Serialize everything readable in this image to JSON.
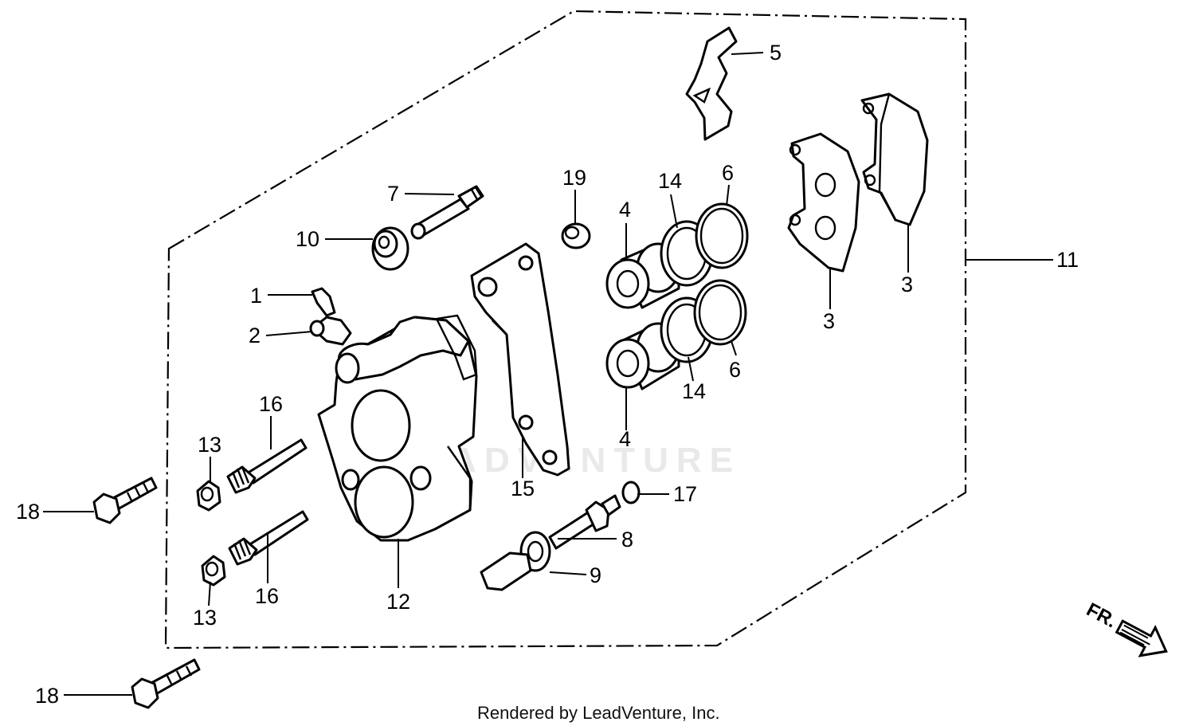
{
  "diagram": {
    "callouts": [
      {
        "id": "c1",
        "text": "1"
      },
      {
        "id": "c2",
        "text": "2"
      },
      {
        "id": "c3a",
        "text": "3"
      },
      {
        "id": "c3b",
        "text": "3"
      },
      {
        "id": "c4a",
        "text": "4"
      },
      {
        "id": "c4b",
        "text": "4"
      },
      {
        "id": "c5",
        "text": "5"
      },
      {
        "id": "c6a",
        "text": "6"
      },
      {
        "id": "c6b",
        "text": "6"
      },
      {
        "id": "c7",
        "text": "7"
      },
      {
        "id": "c8",
        "text": "8"
      },
      {
        "id": "c9",
        "text": "9"
      },
      {
        "id": "c10",
        "text": "10"
      },
      {
        "id": "c11",
        "text": "11"
      },
      {
        "id": "c12",
        "text": "12"
      },
      {
        "id": "c13a",
        "text": "13"
      },
      {
        "id": "c13b",
        "text": "13"
      },
      {
        "id": "c14a",
        "text": "14"
      },
      {
        "id": "c14b",
        "text": "14"
      },
      {
        "id": "c15",
        "text": "15"
      },
      {
        "id": "c16a",
        "text": "16"
      },
      {
        "id": "c16b",
        "text": "16"
      },
      {
        "id": "c17",
        "text": "17"
      },
      {
        "id": "c18a",
        "text": "18"
      },
      {
        "id": "c18b",
        "text": "18"
      },
      {
        "id": "c19",
        "text": "19"
      }
    ],
    "direction_arrow": "FR.",
    "watermark": "LEADVENTURE",
    "footer": "Rendered by LeadVenture, Inc."
  }
}
